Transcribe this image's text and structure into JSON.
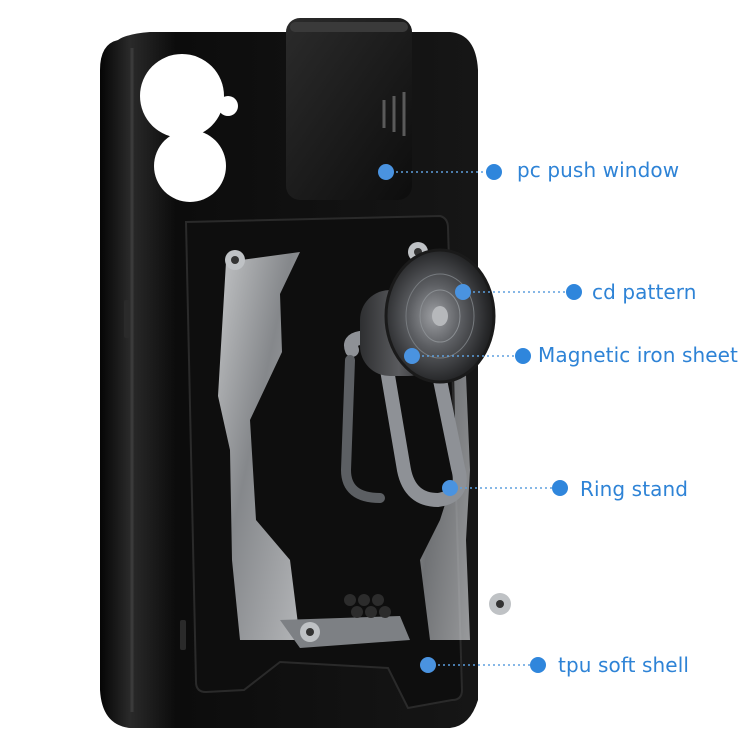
{
  "callouts": [
    {
      "id": "pc",
      "label": "pc push window"
    },
    {
      "id": "cd",
      "label": "cd pattern"
    },
    {
      "id": "mag",
      "label": "Magnetic iron sheet"
    },
    {
      "id": "ring",
      "label": "Ring stand"
    },
    {
      "id": "tpu",
      "label": "tpu soft shell"
    }
  ],
  "colors": {
    "callout_text": "#2e83d6",
    "callout_dot": "#2f86dc",
    "case_black": "#111111",
    "armor_silver": "#b9bcc0"
  },
  "icons": {
    "callout_marker": "blue-dot-icon"
  }
}
